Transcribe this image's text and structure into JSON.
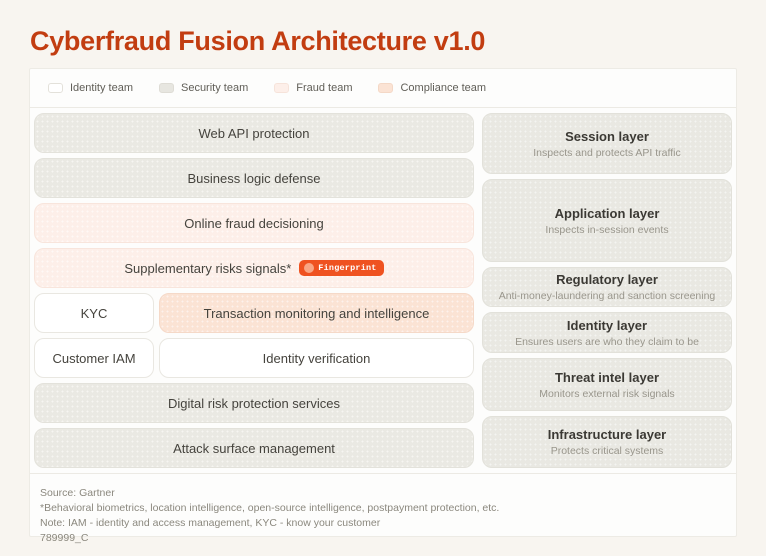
{
  "title": "Cyberfraud Fusion Architecture v1.0",
  "accent_color": "#c23d11",
  "legend": {
    "items": [
      {
        "label": "Identity team",
        "color": "#ffffff"
      },
      {
        "label": "Security team",
        "color": "#e7e6e0"
      },
      {
        "label": "Fraud team",
        "color": "#fdefe9"
      },
      {
        "label": "Compliance team",
        "color": "#fbe3d4"
      }
    ]
  },
  "diagram": {
    "left": {
      "web_api": {
        "label": "Web API protection",
        "team": "security"
      },
      "business_logic": {
        "label": "Business logic defense",
        "team": "security"
      },
      "fraud_decisioning": {
        "label": "Online fraud decisioning",
        "team": "fraud"
      },
      "supplementary": {
        "label": "Supplementary risks signals*",
        "team": "fraud",
        "badge": "Fingerprint",
        "badge_color": "#ef5220"
      },
      "kyc": {
        "label": "KYC",
        "team": "identity"
      },
      "transaction_monitoring": {
        "label": "Transaction monitoring and intelligence",
        "team": "compliance"
      },
      "customer_iam": {
        "label": "Customer IAM",
        "team": "identity"
      },
      "identity_verification": {
        "label": "Identity verification",
        "team": "identity"
      },
      "digital_risk": {
        "label": "Digital risk protection services",
        "team": "security"
      },
      "attack_surface": {
        "label": "Attack surface management",
        "team": "security"
      }
    },
    "right": {
      "session": {
        "title": "Session layer",
        "subtitle": "Inspects and protects API traffic"
      },
      "application": {
        "title": "Application layer",
        "subtitle": "Inspects in-session events"
      },
      "regulatory": {
        "title": "Regulatory layer",
        "subtitle": "Anti-money-laundering and sanction screening"
      },
      "identity": {
        "title": "Identity layer",
        "subtitle": "Ensures users are who they claim to be"
      },
      "threat_intel": {
        "title": "Threat intel layer",
        "subtitle": "Monitors external risk signals"
      },
      "infrastructure": {
        "title": "Infrastructure layer",
        "subtitle": "Protects critical systems"
      }
    }
  },
  "footer": {
    "source": "Source: Gartner",
    "asterisk_note": "*Behavioral biometrics, location intelligence, open-source intelligence, postpayment protection, etc.",
    "note": "Note: IAM - identity and access management, KYC - know your customer",
    "doc_id": "789999_C"
  }
}
